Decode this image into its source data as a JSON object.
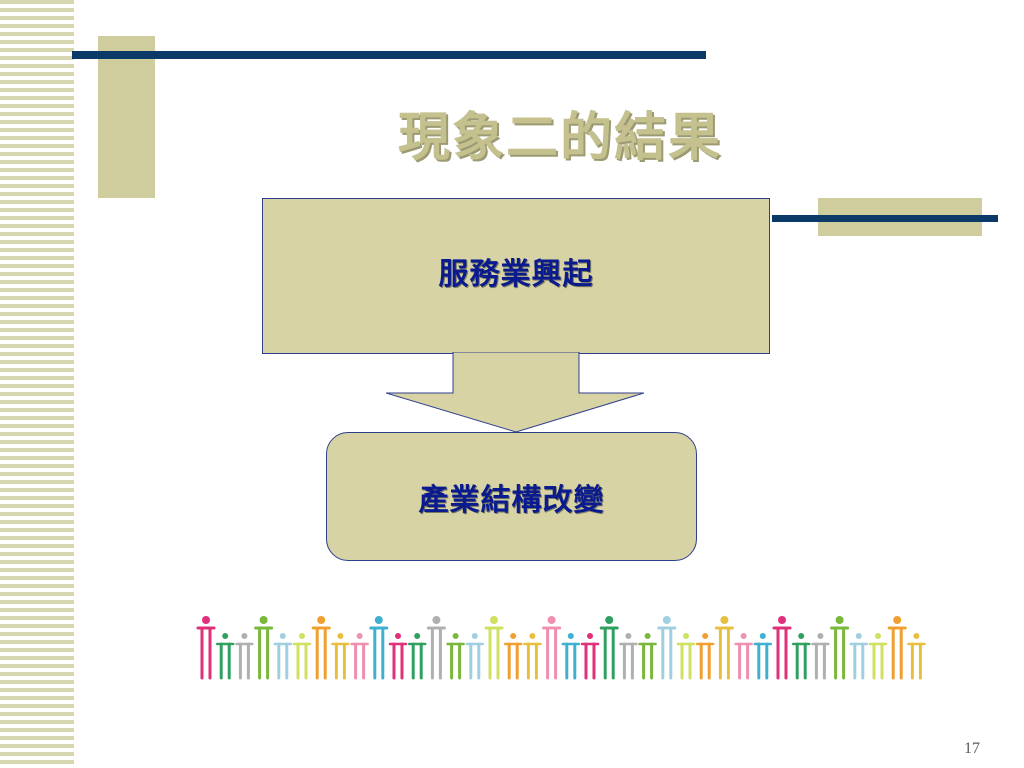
{
  "slide": {
    "title": "現象二的結果",
    "top_box_label": "服務業興起",
    "bottom_box_label": "產業結構改變",
    "page_number": "17"
  },
  "decoration": {
    "people_strip_icon": "people-figures",
    "colors": {
      "stripe": "#d6d6b1",
      "block": "#cfcc9e",
      "bar": "#0b3a68",
      "box_fill": "#d7d3a4",
      "box_text": "#0a1a8f",
      "title": "#c4c18f"
    }
  }
}
